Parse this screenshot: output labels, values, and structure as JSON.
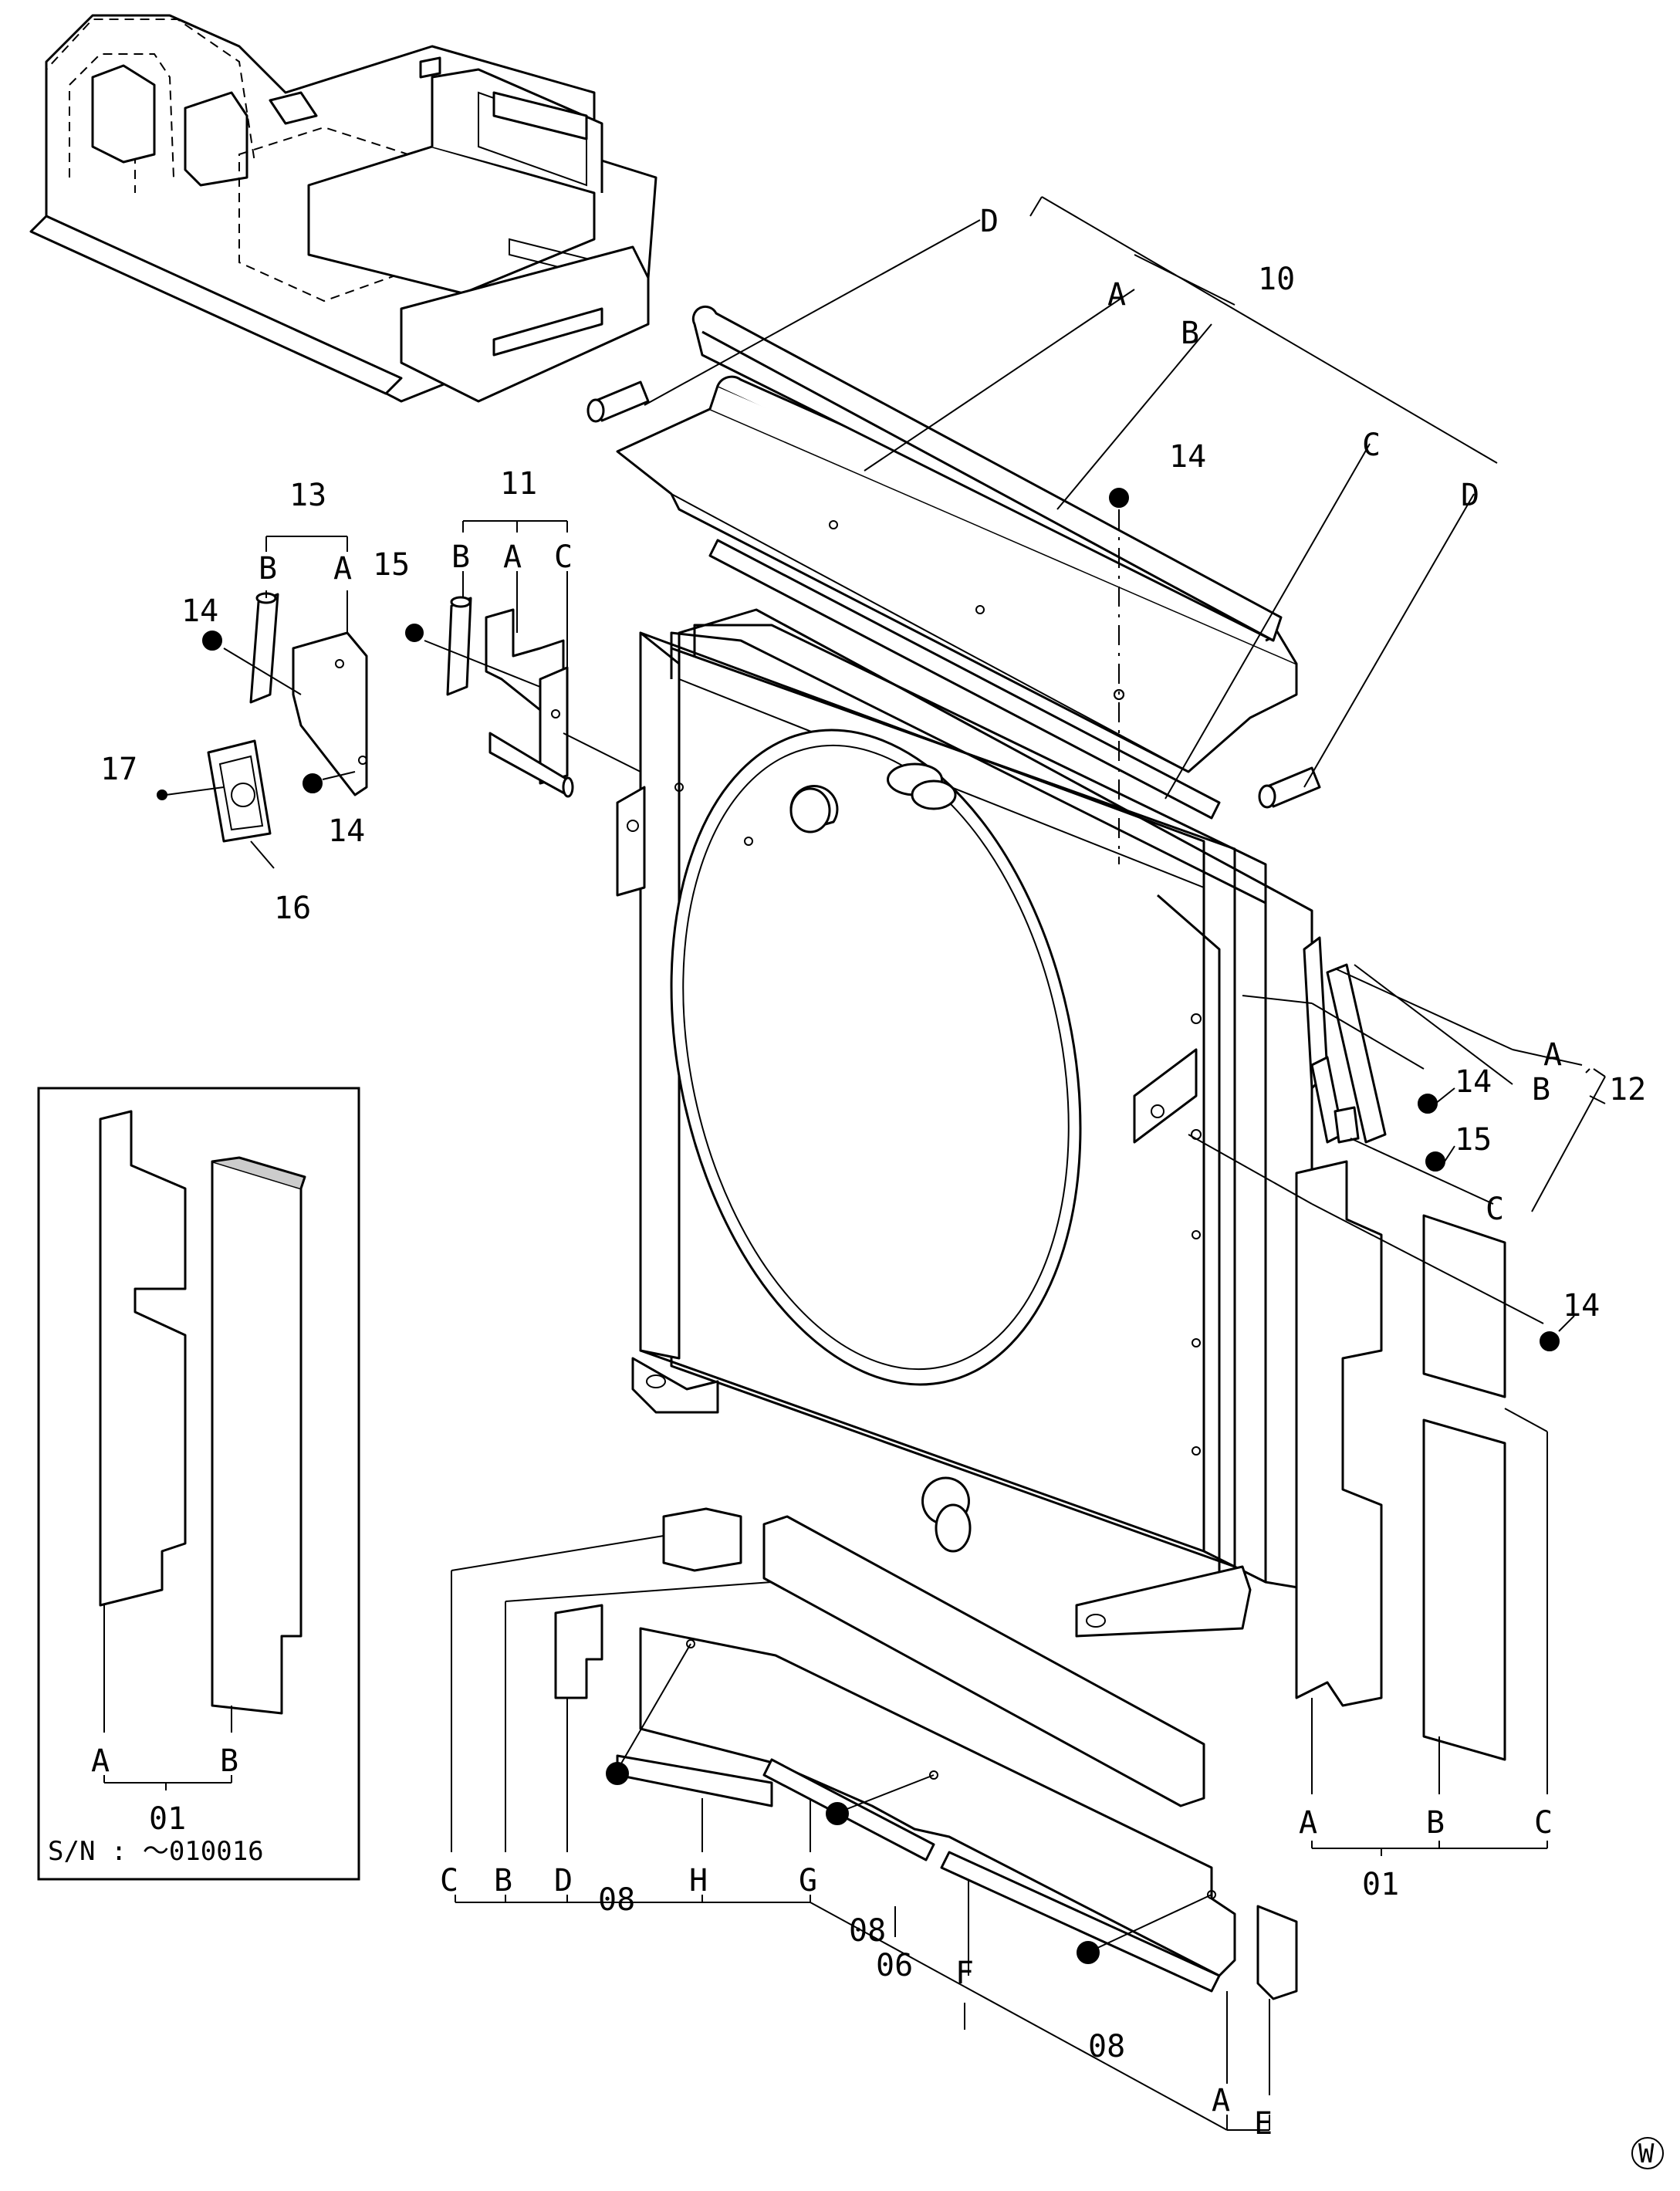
{
  "labels": {
    "p10": "10",
    "p11": "11",
    "p12": "12",
    "p13": "13",
    "p14": "14",
    "p15": "15",
    "p16": "16",
    "p17": "17",
    "p01": "01",
    "p06": "06",
    "p08": "08",
    "A": "A",
    "B": "B",
    "C": "C",
    "D": "D",
    "E": "E",
    "F": "F",
    "G": "G",
    "H": "H"
  },
  "inset": {
    "serial": "S/N :  ～010016"
  },
  "watermark": "W"
}
